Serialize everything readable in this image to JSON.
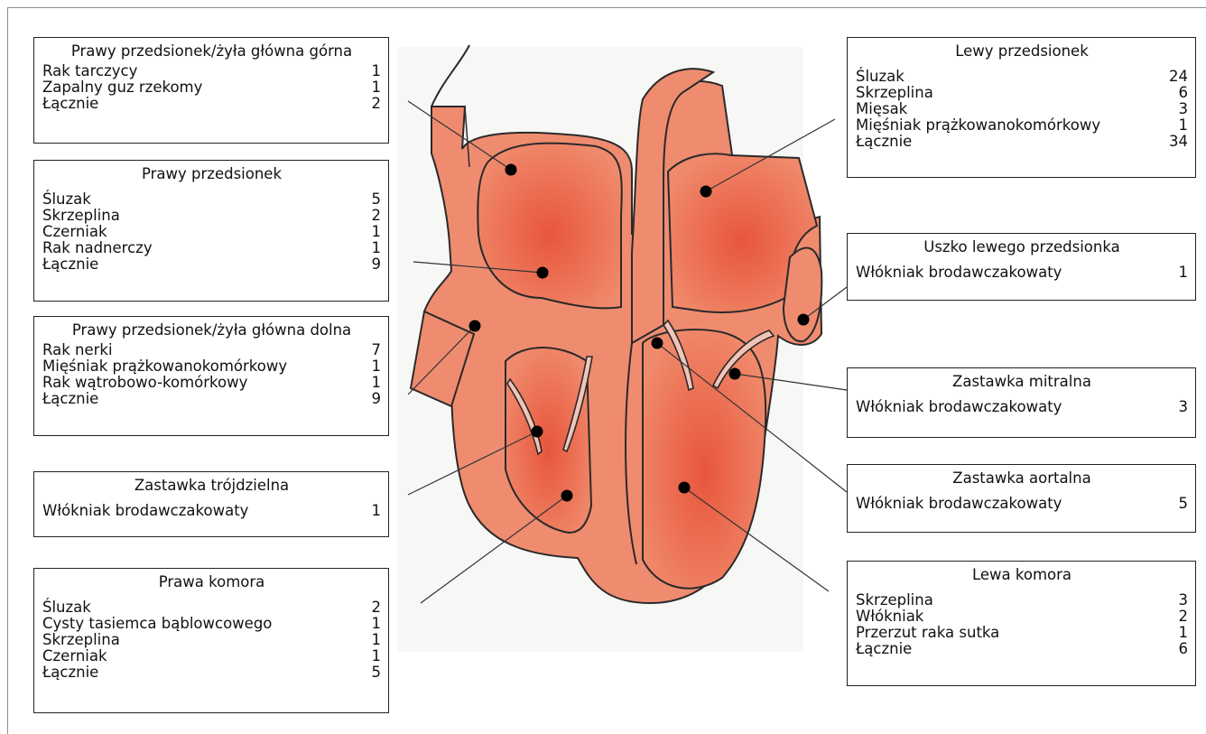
{
  "boxes": [
    {
      "id": "ra-svc",
      "title": "Prawy przedsionek/żyła główna górna",
      "rows": [
        {
          "label": "Rak tarczycy",
          "value": "1"
        },
        {
          "label": "Zapalny guz rzekomy",
          "value": "1"
        },
        {
          "label": "Łącznie",
          "value": "2"
        }
      ]
    },
    {
      "id": "ra",
      "title": "Prawy przedsionek",
      "rows": [
        {
          "label": "Śluzak",
          "value": "5"
        },
        {
          "label": "Skrzeplina",
          "value": "2"
        },
        {
          "label": "Czerniak",
          "value": "1"
        },
        {
          "label": "Rak nadnerczy",
          "value": "1"
        },
        {
          "label": "Łącznie",
          "value": "9"
        }
      ]
    },
    {
      "id": "ra-ivc",
      "title": "Prawy przedsionek/żyła główna dolna",
      "rows": [
        {
          "label": "Rak nerki",
          "value": "7"
        },
        {
          "label": "Mięśniak prążkowanokomórkowy",
          "value": "1"
        },
        {
          "label": "Rak wątrobowo-komórkowy",
          "value": "1"
        },
        {
          "label": "Łącznie",
          "value": "9"
        }
      ]
    },
    {
      "id": "tricuspid",
      "title": "Zastawka trójdzielna",
      "rows": [
        {
          "label": "Włókniak brodawczakowaty",
          "value": "1"
        }
      ]
    },
    {
      "id": "rv",
      "title": "Prawa komora",
      "rows": [
        {
          "label": "Śluzak",
          "value": "2"
        },
        {
          "label": "Cysty tasiemca bąblowcowego",
          "value": "1"
        },
        {
          "label": "Skrzeplina",
          "value": "1"
        },
        {
          "label": "Czerniak",
          "value": "1"
        },
        {
          "label": "Łącznie",
          "value": "5"
        }
      ]
    },
    {
      "id": "la",
      "title": "Lewy przedsionek",
      "rows": [
        {
          "label": "Śluzak",
          "value": "24"
        },
        {
          "label": "Skrzeplina",
          "value": "6"
        },
        {
          "label": "Mięsak",
          "value": "3"
        },
        {
          "label": "Mięśniak prążkowanokomórkowy",
          "value": "1"
        },
        {
          "label": "Łącznie",
          "value": "34"
        }
      ]
    },
    {
      "id": "laa",
      "title": "Uszko lewego przedsionka",
      "rows": [
        {
          "label": "Włókniak brodawczakowaty",
          "value": "1"
        }
      ]
    },
    {
      "id": "mitral",
      "title": "Zastawka mitralna",
      "rows": [
        {
          "label": "Włókniak brodawczakowaty",
          "value": "3"
        }
      ]
    },
    {
      "id": "aortic",
      "title": "Zastawka aortalna",
      "rows": [
        {
          "label": "Włókniak brodawczakowaty",
          "value": "5"
        }
      ]
    },
    {
      "id": "lv",
      "title": "Lewa komora",
      "rows": [
        {
          "label": "Skrzeplina",
          "value": "3"
        },
        {
          "label": "Włókniak",
          "value": "2"
        },
        {
          "label": "Przerzut raka sutka",
          "value": "1"
        },
        {
          "label": "Łącznie",
          "value": "6"
        }
      ]
    }
  ],
  "colors": {
    "heart_fill": "#ee8a6e",
    "heart_inner": "#e9654a",
    "outline": "#2a2a2a",
    "valve": "#f2c4b8"
  }
}
